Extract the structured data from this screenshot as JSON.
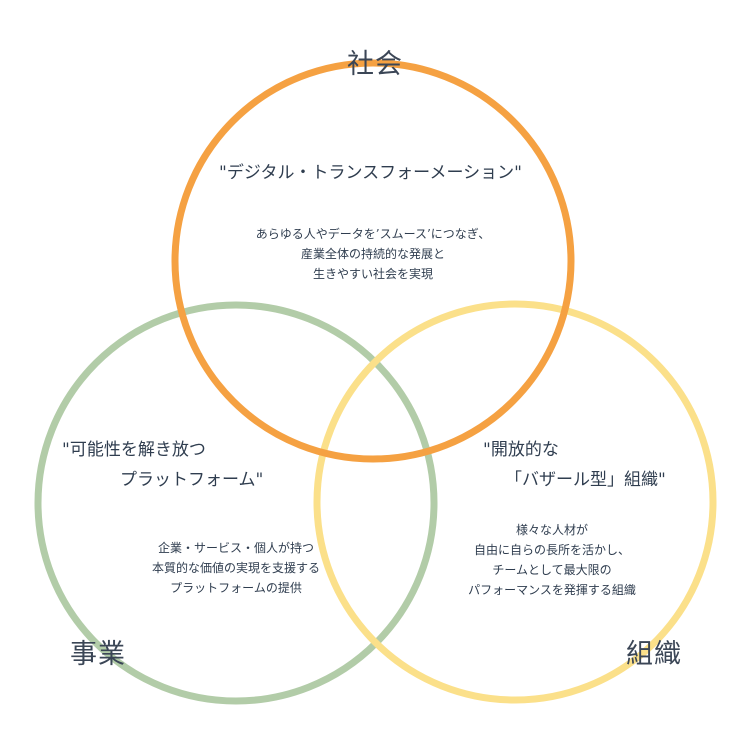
{
  "colors": {
    "society": "#f5a142",
    "business": "#b2cca8",
    "organization": "#fbe08a",
    "text": "#2f3d4f"
  },
  "society": {
    "label": "社会",
    "heading": "\"デジタル・トランスフォーメーション\"",
    "desc": [
      "あらゆる人やデータを’スムース’につなぎ、",
      "産業全体の持続的な発展と",
      "生きやすい社会を実現"
    ]
  },
  "business": {
    "label": "事業",
    "heading": [
      "\"可能性を解き放つ",
      "プラットフォーム\""
    ],
    "desc": [
      "企業・サービス・個人が持つ",
      "本質的な価値の実現を支援する",
      "プラットフォームの提供"
    ]
  },
  "organization": {
    "label": "組織",
    "heading": [
      "\"開放的な",
      "「バザール型」組織\""
    ],
    "desc": [
      "様々な人材が",
      "自由に自らの長所を活かし、",
      "チームとして最大限の",
      "パフォーマンスを発揮する組織"
    ]
  }
}
